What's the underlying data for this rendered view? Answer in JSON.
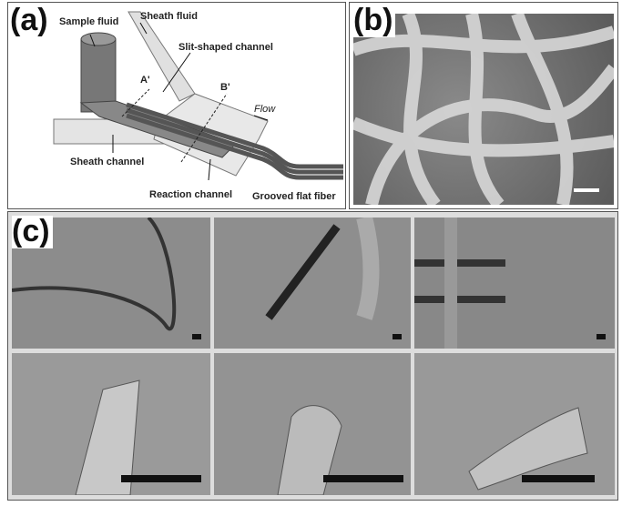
{
  "panel_a": {
    "label": "(a)",
    "annotations": {
      "sample_fluid": "Sample fluid",
      "sheath_fluid": "Sheath fluid",
      "slit_channel": "Slit-shaped channel",
      "a_prime": "A'",
      "b_prime": "B'",
      "flow": "Flow",
      "sheath_channel": "Sheath channel",
      "reaction_channel": "Reaction channel",
      "grooved_fiber": "Grooved flat fiber"
    }
  },
  "panel_b": {
    "label": "(b)"
  },
  "panel_c": {
    "label": "(c)"
  }
}
